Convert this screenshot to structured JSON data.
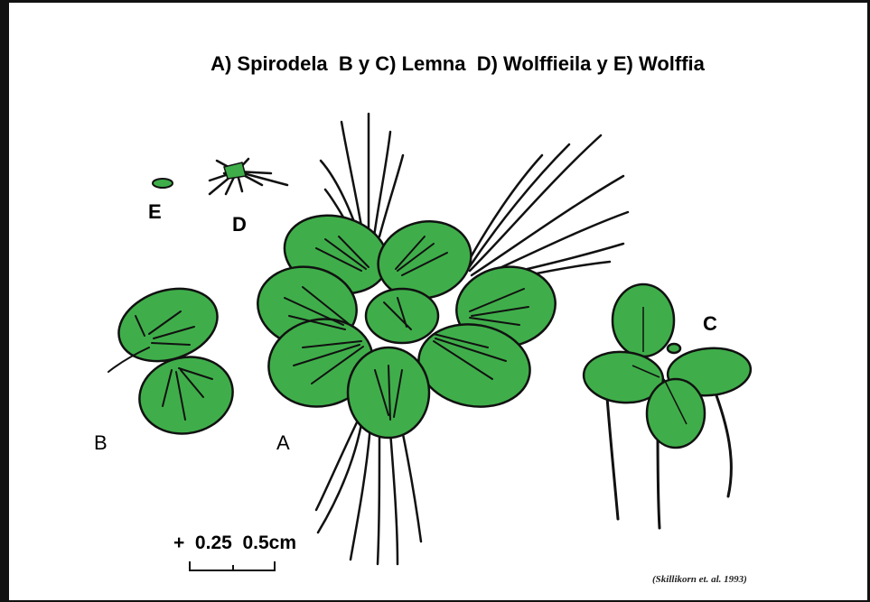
{
  "figure": {
    "title": "A) Spirodela  B y C) Lemna  D) Wolffieila y E) Wolffia",
    "labels": {
      "A": "A",
      "B": "B",
      "C": "C",
      "D": "D",
      "E": "E"
    },
    "scale_bar": {
      "text": "+  0.25  0.5cm"
    },
    "citation": "(Skillikorn et. al. 1993)",
    "colors": {
      "frond_fill": "#3fae4a",
      "outline": "#111111",
      "background": "#ffffff"
    }
  }
}
